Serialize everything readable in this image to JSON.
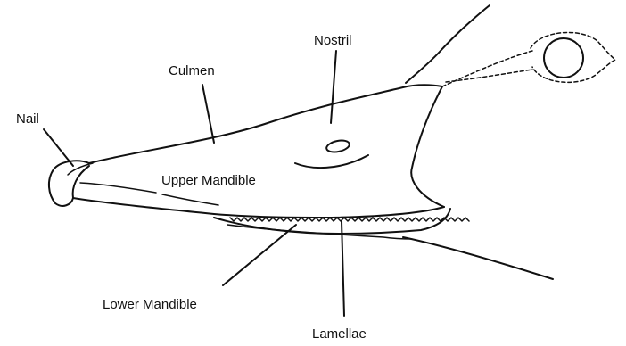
{
  "diagram": {
    "labels": {
      "nostril": "Nostril",
      "culmen": "Culmen",
      "nail": "Nail",
      "upper_mandible": "Upper Mandible",
      "lower_mandible": "Lower Mandible",
      "lamellae": "Lamellae"
    },
    "colors": {
      "ink": "#111111",
      "background": "#ffffff"
    }
  }
}
